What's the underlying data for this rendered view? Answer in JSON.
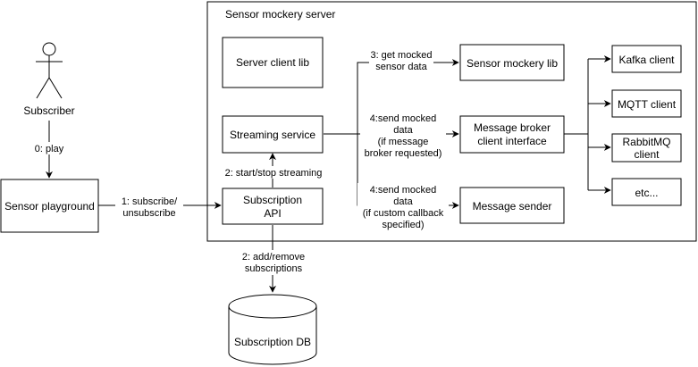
{
  "container": {
    "title": "Sensor mockery server"
  },
  "actor": {
    "label": "Subscriber"
  },
  "nodes": {
    "sensor_playground": "Sensor playground",
    "server_client_lib": "Server client lib",
    "streaming_service": "Streaming service",
    "subscription_api": [
      "Subscription",
      "API"
    ],
    "sensor_mockery_lib": "Sensor mockery lib",
    "message_broker_client_interface": [
      "Message broker",
      "client interface"
    ],
    "message_sender": "Message sender",
    "kafka_client": "Kafka client",
    "mqtt_client": "MQTT client",
    "rabbitmq_client": [
      "RabbitMQ",
      "client"
    ],
    "etc": "etc...",
    "subscription_db": "Subscription DB"
  },
  "edges": {
    "play": "0: play",
    "subscribe": [
      "1: subscribe/",
      "unsubscribe"
    ],
    "start_stop": "2: start/stop streaming",
    "add_remove": [
      "2: add/remove",
      "subscriptions"
    ],
    "get_mocked": [
      "3: get mocked",
      "sensor data"
    ],
    "send_broker": [
      "4:send mocked",
      "data",
      "(if message",
      "broker requested)"
    ],
    "send_callback": [
      "4:send mocked",
      "data",
      "(if custom callback",
      "specified)"
    ]
  }
}
